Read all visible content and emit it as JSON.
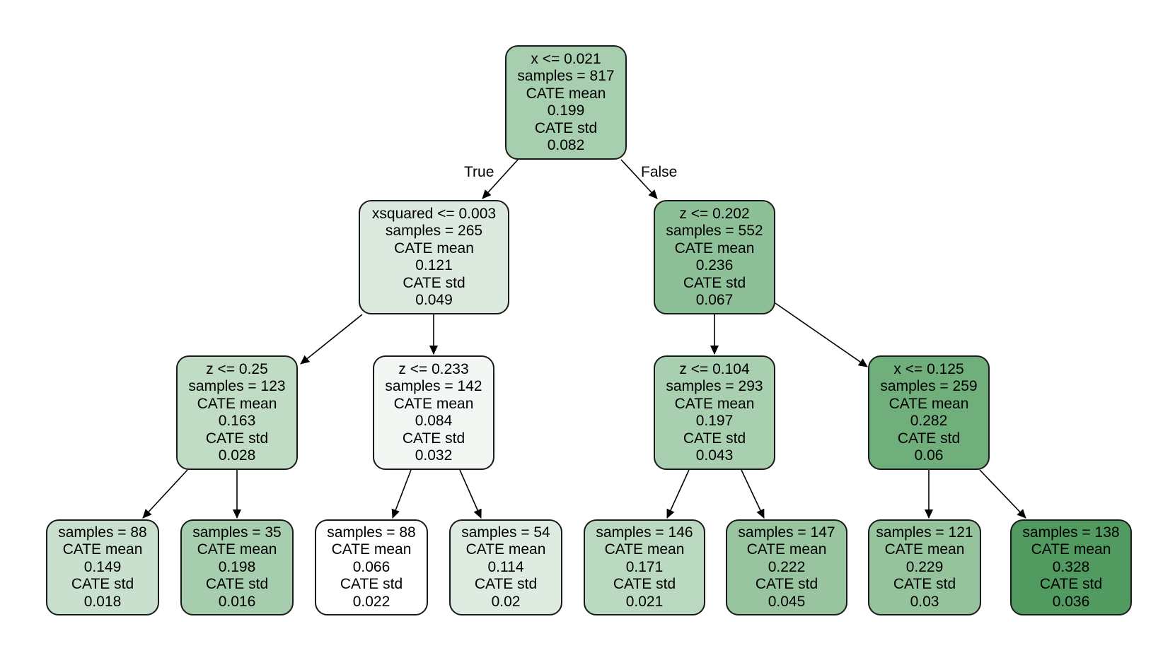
{
  "edge_labels": {
    "true_label": "True",
    "false_label": "False"
  },
  "tree": {
    "nodes": [
      {
        "id": "n0",
        "condition": "x <= 0.021",
        "samples": "samples = 817",
        "mean_label": "CATE mean",
        "mean": "0.199",
        "std_label": "CATE std",
        "std": "0.082",
        "fill": "#a7cfaf"
      },
      {
        "id": "n1",
        "condition": "xsquared <= 0.003",
        "samples": "samples = 265",
        "mean_label": "CATE mean",
        "mean": "0.121",
        "std_label": "CATE std",
        "std": "0.049",
        "fill": "#dbe9de"
      },
      {
        "id": "n2",
        "condition": "z <= 0.202",
        "samples": "samples = 552",
        "mean_label": "CATE mean",
        "mean": "0.236",
        "std_label": "CATE std",
        "std": "0.067",
        "fill": "#8ec097"
      },
      {
        "id": "n3",
        "condition": "z <= 0.25",
        "samples": "samples = 123",
        "mean_label": "CATE mean",
        "mean": "0.163",
        "std_label": "CATE std",
        "std": "0.028",
        "fill": "#c0dcc5"
      },
      {
        "id": "n4",
        "condition": "z <= 0.233",
        "samples": "samples = 142",
        "mean_label": "CATE mean",
        "mean": "0.084",
        "std_label": "CATE std",
        "std": "0.032",
        "fill": "#f2f7f3"
      },
      {
        "id": "n5",
        "condition": "z <= 0.104",
        "samples": "samples = 293",
        "mean_label": "CATE mean",
        "mean": "0.197",
        "std_label": "CATE std",
        "std": "0.043",
        "fill": "#a8cfb0"
      },
      {
        "id": "n6",
        "condition": "x <= 0.125",
        "samples": "samples = 259",
        "mean_label": "CATE mean",
        "mean": "0.282",
        "std_label": "CATE std",
        "std": "0.06",
        "fill": "#70ae7c"
      },
      {
        "id": "n7",
        "condition": "",
        "samples": "samples = 88",
        "mean_label": "CATE mean",
        "mean": "0.149",
        "std_label": "CATE std",
        "std": "0.018",
        "fill": "#c8e0cd"
      },
      {
        "id": "n8",
        "condition": "",
        "samples": "samples = 35",
        "mean_label": "CATE mean",
        "mean": "0.198",
        "std_label": "CATE std",
        "std": "0.016",
        "fill": "#a6ceae"
      },
      {
        "id": "n9",
        "condition": "",
        "samples": "samples = 88",
        "mean_label": "CATE mean",
        "mean": "0.066",
        "std_label": "CATE std",
        "std": "0.022",
        "fill": "#ffffff"
      },
      {
        "id": "n10",
        "condition": "",
        "samples": "samples = 54",
        "mean_label": "CATE mean",
        "mean": "0.114",
        "std_label": "CATE std",
        "std": "0.02",
        "fill": "#deebe1"
      },
      {
        "id": "n11",
        "condition": "",
        "samples": "samples = 146",
        "mean_label": "CATE mean",
        "mean": "0.171",
        "std_label": "CATE std",
        "std": "0.021",
        "fill": "#bbd9c1"
      },
      {
        "id": "n12",
        "condition": "",
        "samples": "samples = 147",
        "mean_label": "CATE mean",
        "mean": "0.222",
        "std_label": "CATE std",
        "std": "0.045",
        "fill": "#98c5a0"
      },
      {
        "id": "n13",
        "condition": "",
        "samples": "samples = 121",
        "mean_label": "CATE mean",
        "mean": "0.229",
        "std_label": "CATE std",
        "std": "0.03",
        "fill": "#94c39c"
      },
      {
        "id": "n14",
        "condition": "",
        "samples": "samples = 138",
        "mean_label": "CATE mean",
        "mean": "0.328",
        "std_label": "CATE std",
        "std": "0.036",
        "fill": "#519a60"
      }
    ]
  }
}
